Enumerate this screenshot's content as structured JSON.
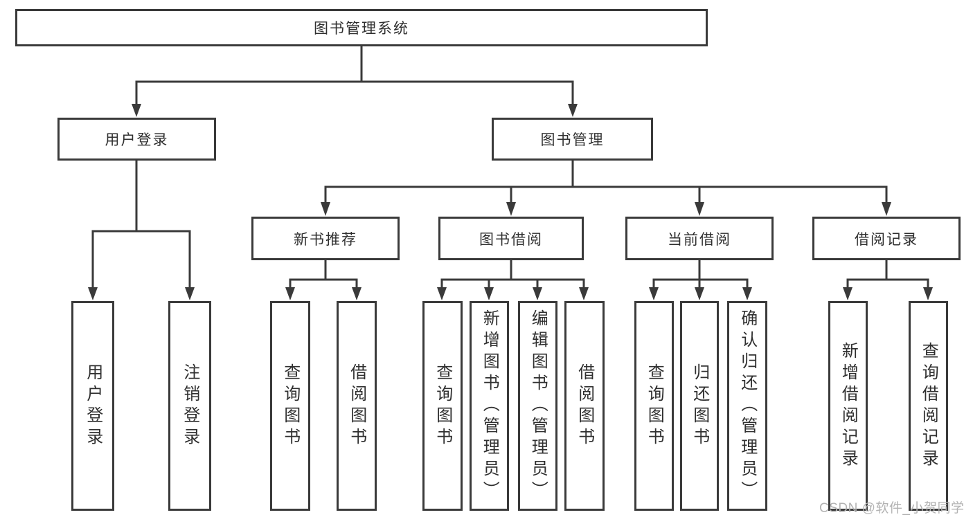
{
  "root": {
    "label": "图书管理系统"
  },
  "branches": [
    {
      "label": "用户登录",
      "leaves": [
        "用户登录",
        "注销登录"
      ]
    },
    {
      "label": "图书管理",
      "children": [
        {
          "label": "新书推荐",
          "leaves": [
            "查询图书",
            "借阅图书"
          ]
        },
        {
          "label": "图书借阅",
          "leaves": [
            "查询图书",
            "新增图书（管理员）",
            "编辑图书（管理员）",
            "借阅图书"
          ]
        },
        {
          "label": "当前借阅",
          "leaves": [
            "查询图书",
            "归还图书",
            "确认归还（管理员）"
          ]
        },
        {
          "label": "借阅记录",
          "leaves": [
            "新增借阅记录",
            "查询借阅记录"
          ]
        }
      ]
    }
  ],
  "watermark": "CSDN @软件_小贺同学",
  "colors": {
    "line": "#3a3a3a",
    "text": "#2f2f2f",
    "watermark": "#b3b3b3",
    "background": "#ffffff"
  }
}
